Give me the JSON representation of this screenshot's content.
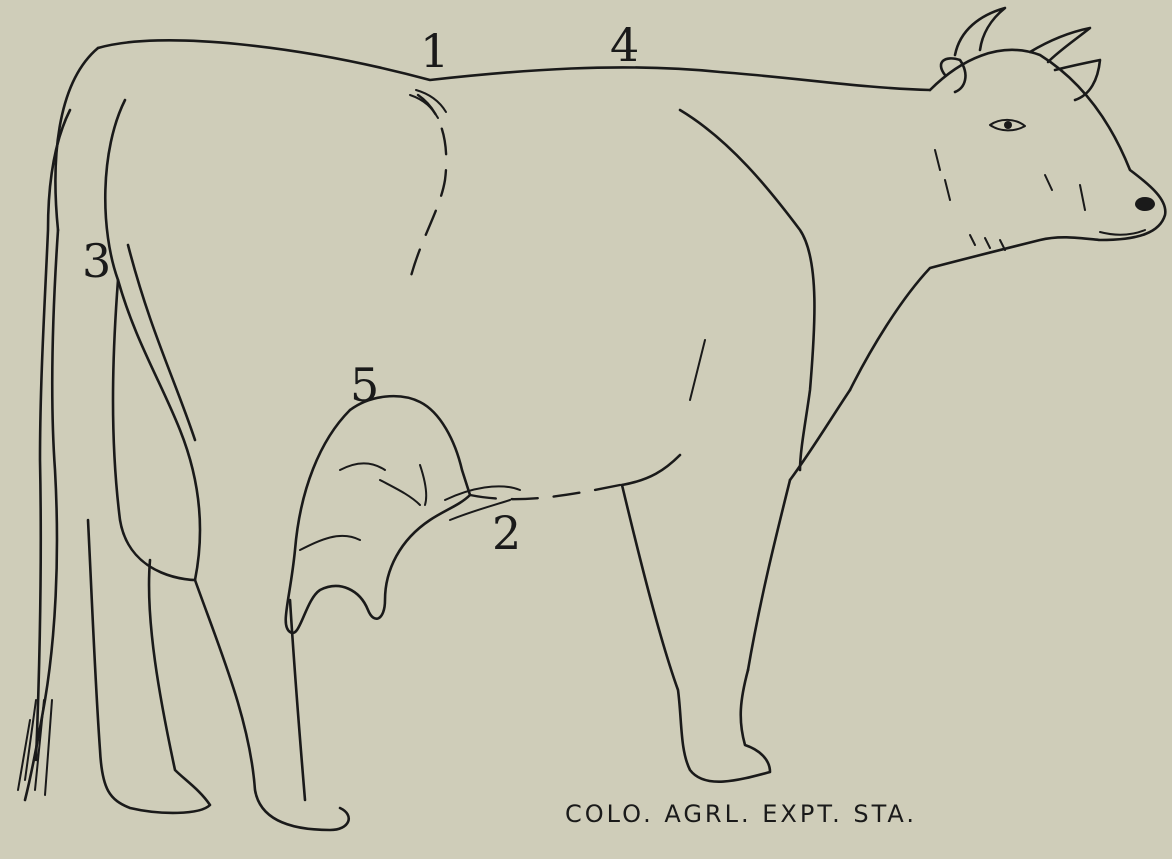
{
  "labels": {
    "point_1": "1",
    "point_2": "2",
    "point_3": "3",
    "point_4": "4",
    "point_5": "5"
  },
  "credit": "COLO. AGRL. EXPT. STA.",
  "colors": {
    "background": "#cfcdb9",
    "ink": "#1a1a1a"
  }
}
